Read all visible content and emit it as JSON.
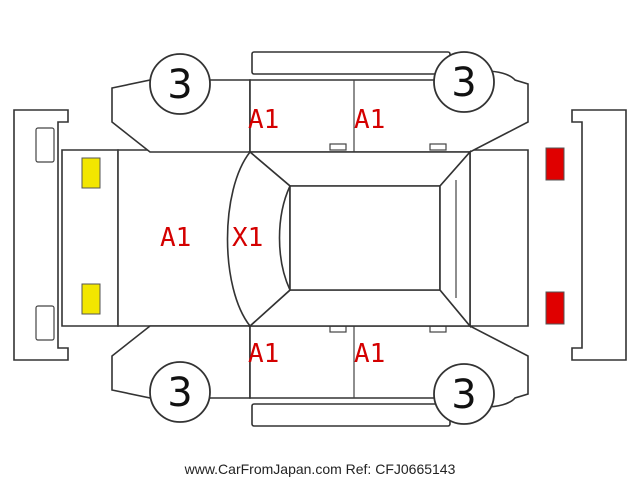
{
  "diagram": {
    "wheels": {
      "front_left": "3",
      "front_right": "3",
      "rear_left": "3",
      "rear_right": "3"
    },
    "damage_labels": {
      "upper_front_door": "A1",
      "upper_rear_door": "A1",
      "lower_front_door": "A1",
      "lower_rear_door": "A1",
      "hood": "A1",
      "windshield": "X1"
    },
    "lamp_colors": {
      "front": "#f2e600",
      "rear": "#e00000"
    },
    "footer": "www.CarFromJapan.com Ref: CFJ0665143"
  }
}
